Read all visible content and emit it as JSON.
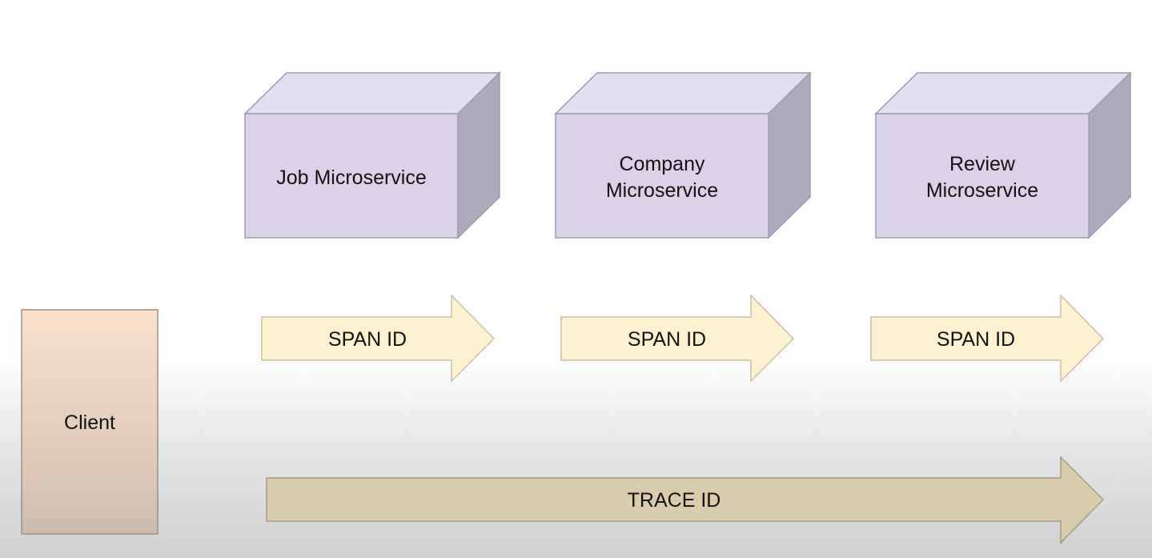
{
  "services": [
    {
      "lines": [
        "Job Microservice"
      ]
    },
    {
      "lines": [
        "Company",
        "Microservice"
      ]
    },
    {
      "lines": [
        "Review",
        "Microservice"
      ]
    }
  ],
  "client": {
    "label": "Client"
  },
  "span_arrows": [
    {
      "label": "SPAN ID"
    },
    {
      "label": "SPAN ID"
    },
    {
      "label": "SPAN ID"
    }
  ],
  "trace_arrow": {
    "label": "TRACE ID"
  },
  "colors": {
    "service_front": "#d9d2e9",
    "service_top": "#e3def0",
    "service_side": "#aeaabd",
    "service_stroke": "#9e9ab0",
    "span_fill": "#fdf2d0",
    "span_stroke": "#c9c0a6",
    "trace_fill": "#d8ccac",
    "trace_stroke": "#a39a80",
    "client_top": "#fbe1cc",
    "client_bottom": "#cfbcae",
    "client_stroke": "#9e9084"
  }
}
